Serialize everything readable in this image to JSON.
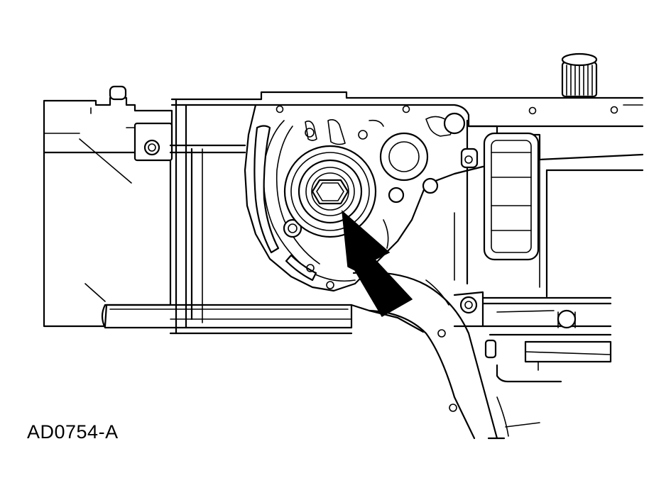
{
  "figure": {
    "reference_code": "AD0754-A"
  },
  "colors": {
    "line": "#000000",
    "background": "#ffffff"
  },
  "components": [
    "transmission-case",
    "oil-pump-body",
    "pump-drive-hex",
    "locator-arrow",
    "input-shaft-splines",
    "case-channel"
  ]
}
